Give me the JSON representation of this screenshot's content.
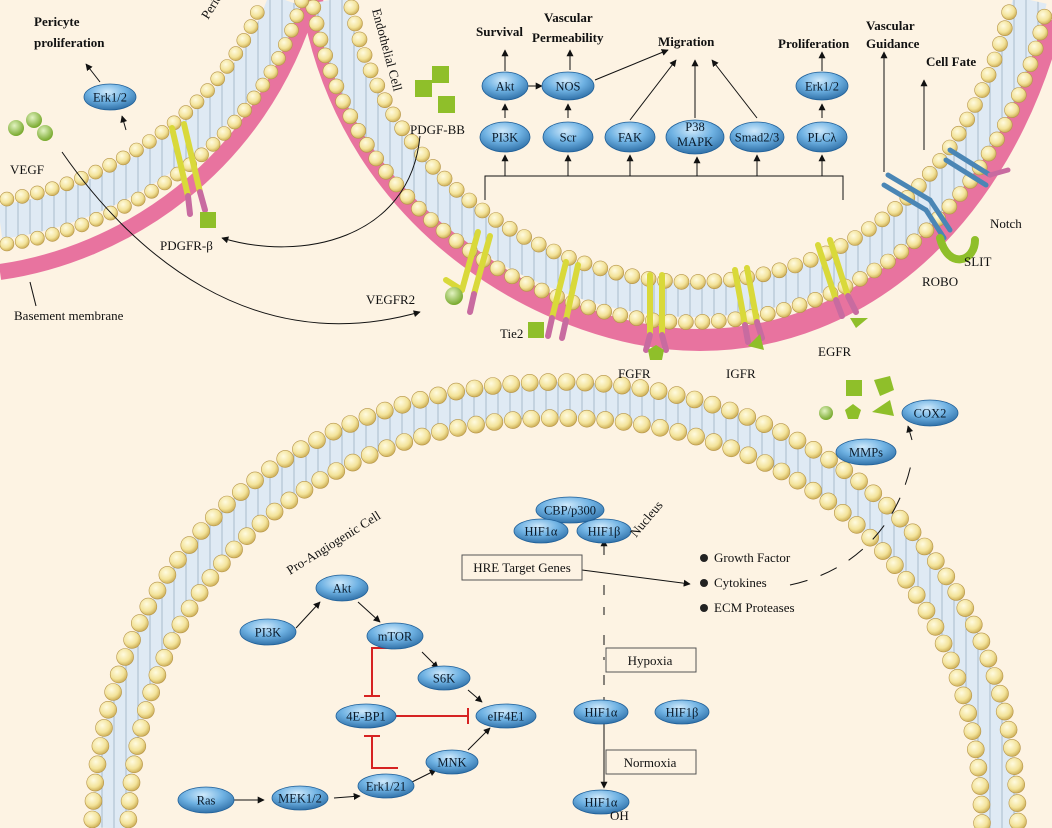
{
  "cells": {
    "pericyte": "Pericyte",
    "endothelial": "Endothelial Cell",
    "pro_angiogenic": "Pro-Angiogenic Cell",
    "nucleus": "Nucleus",
    "basement_membrane": "Basement membrane"
  },
  "ligands": {
    "vegf": "VEGF",
    "pdgf_bb": "PDGF-BB"
  },
  "receptors": {
    "pdgfr": "PDGFR-β",
    "vegfr2": "VEGFR2",
    "tie2": "Tie2",
    "fgfr": "FGFR",
    "igfr": "IGFR",
    "egfr": "EGFR",
    "robo": "ROBO",
    "slit": "SLIT",
    "notch": "Notch"
  },
  "endothelial_signaling": {
    "pi3k": "PI3K",
    "akt": "Akt",
    "scr": "Scr",
    "nos": "NOS",
    "fak": "FAK",
    "p38": "P38",
    "mapk": "MAPK",
    "smad": "Smad2/3",
    "plc": "PLCλ",
    "erk": "Erk1/2"
  },
  "pericyte_signaling": {
    "erk": "Erk1/2"
  },
  "outcomes": {
    "pericyte_prolif_1": "Pericyte",
    "pericyte_prolif_2": "proliferation",
    "survival": "Survival",
    "vascular_1": "Vascular",
    "permeability": "Permeability",
    "migration": "Migration",
    "proliferation": "Proliferation",
    "guidance_1": "Vascular",
    "guidance_2": "Guidance",
    "cell_fate": "Cell Fate"
  },
  "secreted": {
    "cox2": "COX2",
    "mmps": "MMPs"
  },
  "nucleus_factors": {
    "cbp": "CBP/p300",
    "hif1a": "HIF1α",
    "hif1b": "HIF1β"
  },
  "hre": {
    "box": "HRE Target Genes",
    "items": [
      "Growth Factor",
      "Cytokines",
      "ECM Proteases"
    ]
  },
  "oxygen": {
    "hypoxia": "Hypoxia",
    "normoxia": "Normoxia",
    "hif1a_mid": "HIF1α",
    "hif1b_mid": "HIF1β",
    "hif1a_oh": "HIF1α",
    "oh": "OH"
  },
  "mtor_pathway": {
    "pi3k": "PI3K",
    "akt": "Akt",
    "mtor": "mTOR",
    "s6k": "S6K",
    "eif4e1": "eIF4E1",
    "ebp1": "4E-BP1",
    "mnk": "MNK",
    "erk": "Erk1/21",
    "mek": "MEK1/2",
    "ras": "Ras"
  },
  "colors": {
    "background": "#fdf3e3",
    "membrane_pink": "#e8739f",
    "lipid_head": "#f3e39a",
    "oval_blue": "#2e6fa8",
    "receptor_yellow": "#d9d93a",
    "ligand_green": "#8fbf2a",
    "inhibit_red": "#d62222"
  }
}
